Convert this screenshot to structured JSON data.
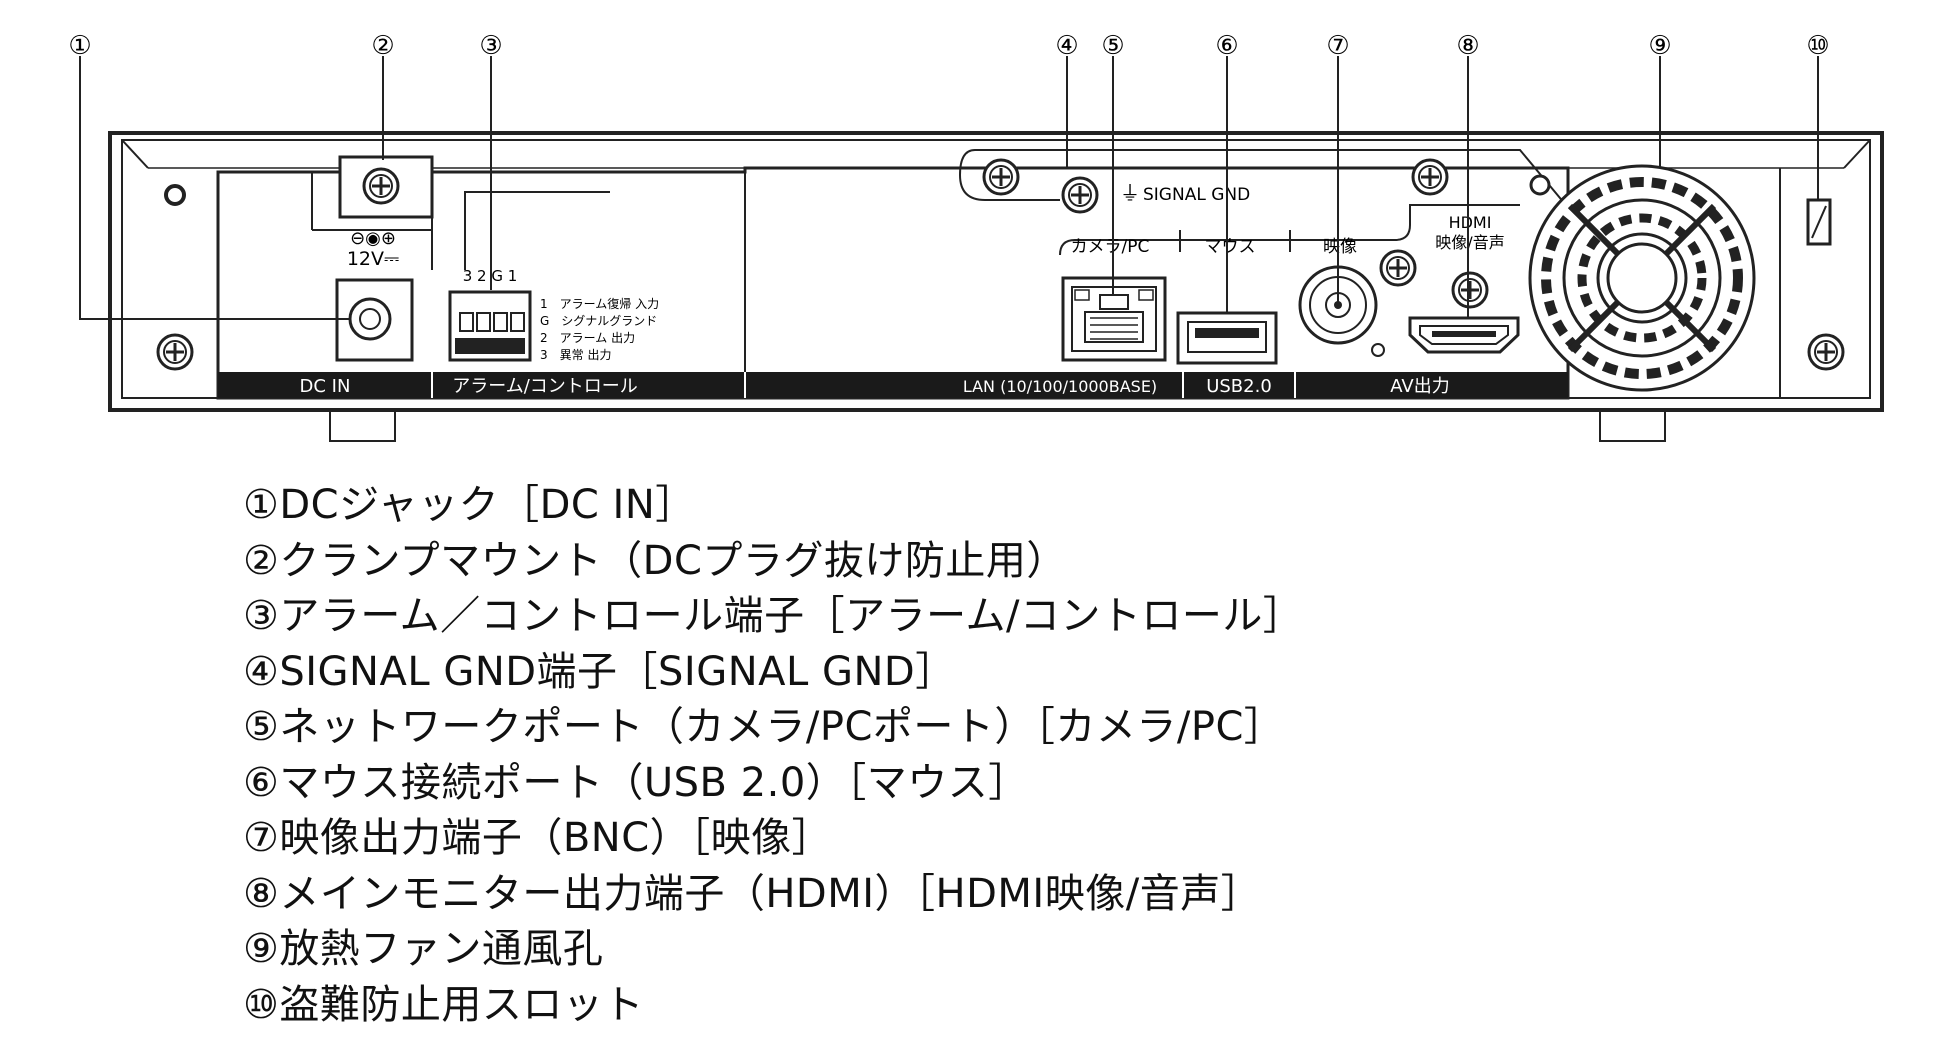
{
  "callouts": [
    "①",
    "②",
    "③",
    "④",
    "⑤",
    "⑥",
    "⑦",
    "⑧",
    "⑨",
    "⑩"
  ],
  "panel": {
    "dc_symbol": "⊖◉⊕",
    "voltage": "12V⎓",
    "alarm_pin_header": "3 2 G 1",
    "alarm_pins": [
      "1　アラーム復帰 入力",
      "G　シグナルグランド",
      "2　アラーム 出力",
      "3　異常 出力"
    ],
    "signal_gnd": "SIGNAL GND",
    "port_camera": "カメラ/PC",
    "port_mouse": "マウス",
    "port_video": "映像",
    "port_hdmi_1": "HDMI",
    "port_hdmi_2": "映像/音声",
    "strip_dcin": "DC IN",
    "strip_alarm": "アラーム/コントロール",
    "strip_lan": "LAN (10/100/1000BASE)",
    "strip_usb": "USB2.0",
    "strip_av": "AV出力"
  },
  "legend": [
    "①DCジャック［DC IN］",
    "②クランプマウント（DCプラグ抜け防止用）",
    "③アラーム／コントロール端子［アラーム/コントロール］",
    "④SIGNAL GND端子［SIGNAL GND］",
    "⑤ネットワークポート（カメラ/PCポート）［カメラ/PC］",
    "⑥マウス接続ポート（USB 2.0）［マウス］",
    "⑦映像出力端子（BNC）［映像］",
    "⑧メインモニター出力端子（HDMI）［HDMI映像/音声］",
    "⑨放熱ファン通風孔",
    "⑩盗難防止用スロット"
  ]
}
